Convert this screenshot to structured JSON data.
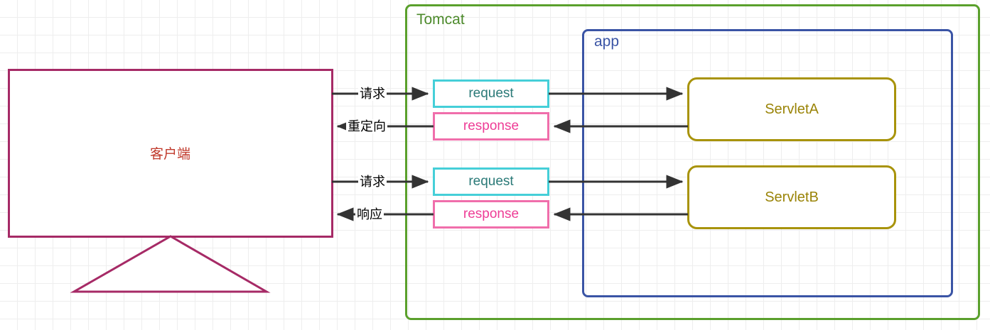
{
  "diagram": {
    "title_tomcat": "Tomcat",
    "title_app": "app",
    "client": "客户端",
    "boxes": {
      "request_1": "request",
      "response_1": "response",
      "request_2": "request",
      "response_2": "response",
      "servlet_a": "ServletA",
      "servlet_b": "ServletB"
    },
    "edge_labels": {
      "e1": "请求",
      "e2": "重定向",
      "e3": "请求",
      "e4": "响应"
    },
    "colors": {
      "grid": "#eeeeee",
      "tomcat_border": "#5aa02c",
      "app_border": "#3a54a5",
      "client_border": "#a62a66",
      "client_text": "#c0392b",
      "request_border": "#45cfd8",
      "request_text": "#2b7a78",
      "response_border": "#f06eab",
      "response_text": "#ee3d96",
      "servlet_border": "#a8930a",
      "servlet_text": "#9a8408",
      "arrow": "#333333"
    }
  }
}
